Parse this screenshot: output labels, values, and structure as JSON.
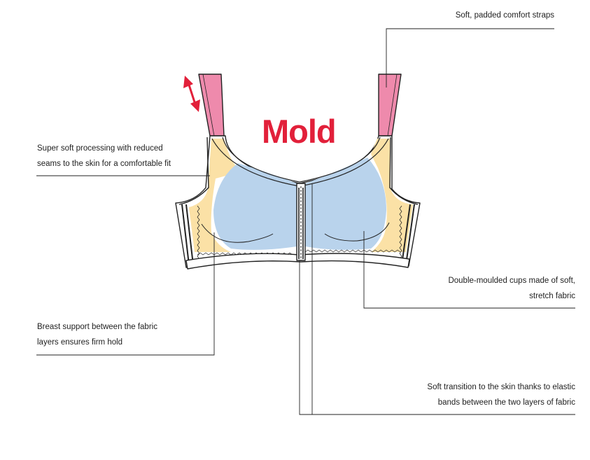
{
  "callouts": {
    "straps": "Soft, padded comfort straps",
    "seams_line1": "Super soft processing with reduced",
    "seams_line2": "seams to the skin for a comfortable fit",
    "cups_line1": "Double-moulded cups made of soft,",
    "cups_line2": "stretch fabric",
    "support_line1": "Breast support between the fabric",
    "support_line2": "layers ensures firm hold",
    "transition_line1": "Soft transition to the skin thanks to elastic",
    "transition_line2": "bands between the two layers of fabric"
  },
  "badge": {
    "text": "Mold"
  },
  "colors": {
    "strap_pink": "#ee8aac",
    "side_yellow": "#fbe1a6",
    "cup_blue": "#b9d3ec",
    "accent_red": "#e2203a",
    "outline": "#222222"
  },
  "icons": {
    "adjust_arrow": "double-headed-arrow-icon"
  }
}
